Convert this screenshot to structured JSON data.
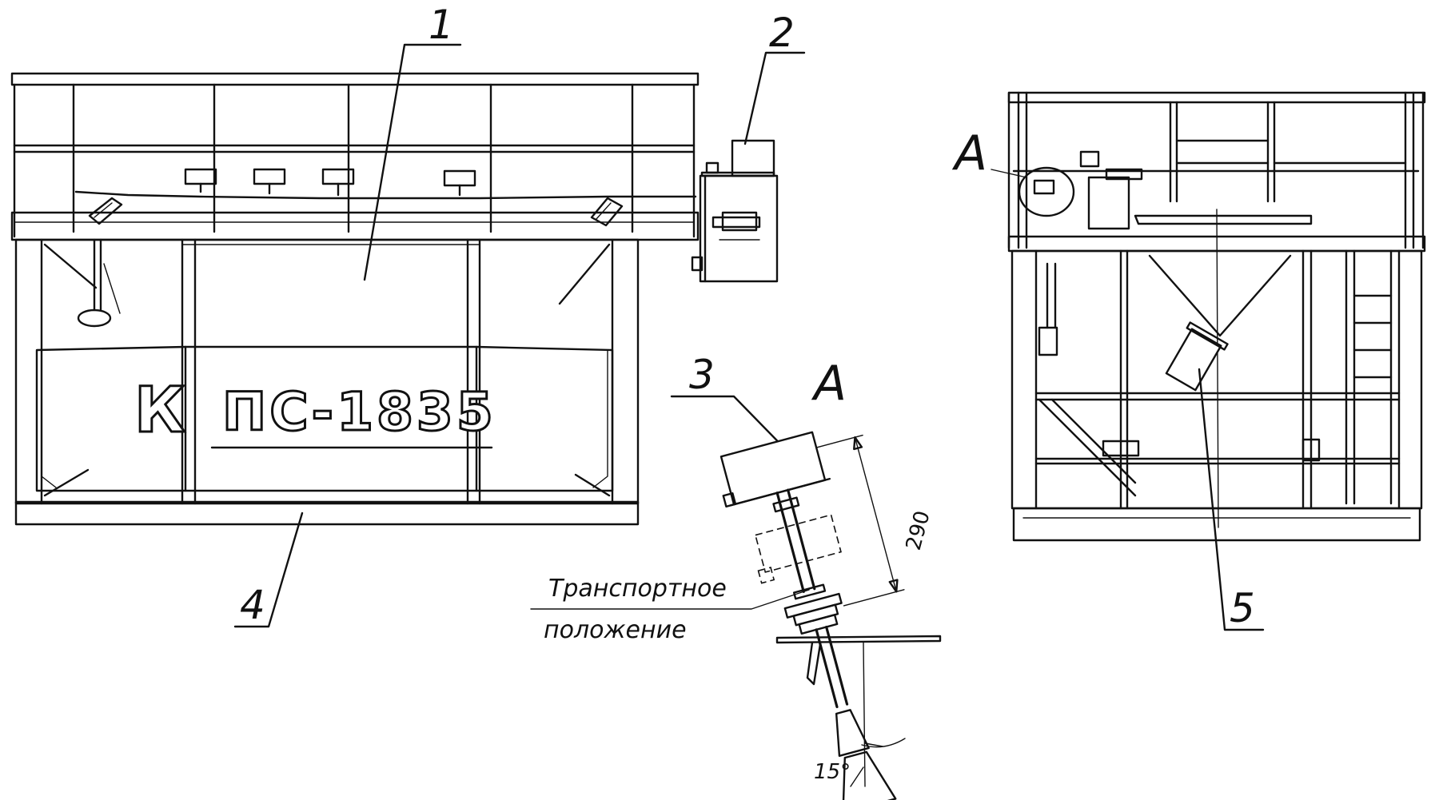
{
  "callouts": {
    "c1": "1",
    "c2": "2",
    "c3": "3",
    "c4": "4",
    "c5": "5"
  },
  "view_label": "А",
  "detail_title": "А",
  "plate_text": "ПС-1835",
  "logo_letter": "К",
  "transport_note": {
    "line1": "Транспортное",
    "line2": "положение"
  },
  "dimensions": {
    "length": "290",
    "angle": "15°"
  }
}
